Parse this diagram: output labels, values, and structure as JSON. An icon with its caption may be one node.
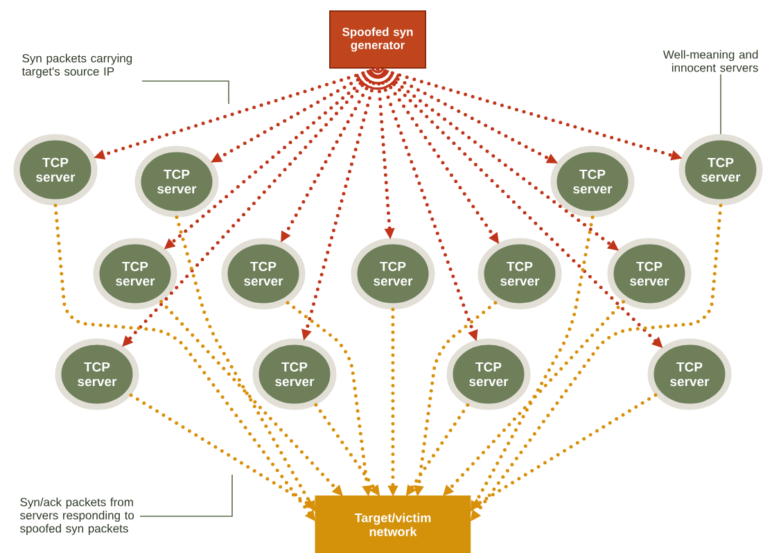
{
  "diagram": {
    "nodes": [
      {
        "text": [
          "Spoofed syn generator"
        ]
      },
      {
        "text": [
          "Target/victim network"
        ]
      },
      {
        "text": [
          "TCP server"
        ]
      },
      {
        "text": [
          "TCP server"
        ]
      },
      {
        "text": [
          "TCP server"
        ]
      },
      {
        "text": [
          "TCP server"
        ]
      },
      {
        "text": [
          "TCP server"
        ]
      },
      {
        "text": [
          "TCP server"
        ]
      },
      {
        "text": [
          "TCP server"
        ]
      },
      {
        "text": [
          "TCP server"
        ]
      },
      {
        "text": [
          "TCP server"
        ]
      },
      {
        "text": [
          "TCP server"
        ]
      },
      {
        "text": [
          "TCP server"
        ]
      },
      {
        "text": [
          "TCP server"
        ]
      },
      {
        "text": [
          "TCP server"
        ]
      },
      {
        "text": [
          "Syn packets carrying target's source IP"
        ]
      },
      {
        "text": [
          "Well-meaning and innocent servers"
        ]
      },
      {
        "text": [
          "Syn/ack packets from servers responding to spoofed syn packets"
        ]
      }
    ],
    "edges": [
      {
        "from": 0,
        "to": 2,
        "arrow": "to",
        "style": "dashed",
        "color": "#c0351a"
      },
      {
        "from": 0,
        "to": 3,
        "arrow": "to",
        "style": "dashed",
        "color": "#c0351a"
      },
      {
        "from": 0,
        "to": 4,
        "arrow": "to",
        "style": "dashed",
        "color": "#c0351a"
      },
      {
        "from": 0,
        "to": 5,
        "arrow": "to",
        "style": "dashed",
        "color": "#c0351a"
      },
      {
        "from": 0,
        "to": 6,
        "arrow": "to",
        "style": "dashed",
        "color": "#c0351a"
      },
      {
        "from": 0,
        "to": 7,
        "arrow": "to",
        "style": "dashed",
        "color": "#c0351a"
      },
      {
        "from": 0,
        "to": 8,
        "arrow": "to",
        "style": "dashed",
        "color": "#c0351a"
      },
      {
        "from": 0,
        "to": 9,
        "arrow": "to",
        "style": "dashed",
        "color": "#c0351a"
      },
      {
        "from": 0,
        "to": 10,
        "arrow": "to",
        "style": "dashed",
        "color": "#c0351a"
      },
      {
        "from": 0,
        "to": 11,
        "arrow": "to",
        "style": "dashed",
        "color": "#c0351a"
      },
      {
        "from": 0,
        "to": 12,
        "arrow": "to",
        "style": "dashed",
        "color": "#c0351a"
      },
      {
        "from": 0,
        "to": 13,
        "arrow": "to",
        "style": "dashed",
        "color": "#c0351a"
      },
      {
        "from": 0,
        "to": 14,
        "arrow": "to",
        "style": "dashed",
        "color": "#c0351a"
      },
      {
        "from": 2,
        "to": 1,
        "arrow": "to",
        "style": "dashed",
        "color": "#d8900a"
      },
      {
        "from": 3,
        "to": 1,
        "arrow": "to",
        "style": "dashed",
        "color": "#d8900a"
      },
      {
        "from": 4,
        "to": 1,
        "arrow": "to",
        "style": "dashed",
        "color": "#d8900a"
      },
      {
        "from": 5,
        "to": 1,
        "arrow": "to",
        "style": "dashed",
        "color": "#d8900a"
      },
      {
        "from": 6,
        "to": 1,
        "arrow": "to",
        "style": "dashed",
        "color": "#d8900a"
      },
      {
        "from": 7,
        "to": 1,
        "arrow": "to",
        "style": "dashed",
        "color": "#d8900a"
      },
      {
        "from": 8,
        "to": 1,
        "arrow": "to",
        "style": "dashed",
        "color": "#d8900a"
      },
      {
        "from": 9,
        "to": 1,
        "arrow": "to",
        "style": "dashed",
        "color": "#d8900a"
      },
      {
        "from": 10,
        "to": 1,
        "arrow": "to",
        "style": "dashed",
        "color": "#d8900a"
      },
      {
        "from": 11,
        "to": 1,
        "arrow": "to",
        "style": "dashed",
        "color": "#d8900a"
      },
      {
        "from": 12,
        "to": 1,
        "arrow": "to",
        "style": "dashed",
        "color": "#d8900a"
      },
      {
        "from": 13,
        "to": 1,
        "arrow": "to",
        "style": "dashed",
        "color": "#d8900a"
      },
      {
        "from": 14,
        "to": 1,
        "arrow": "to",
        "style": "dashed",
        "color": "#d8900a"
      },
      {
        "from": 15,
        "to": null,
        "arrow": "none",
        "color": "#5a6b4a"
      },
      {
        "from": 16,
        "to": 5,
        "arrow": "none",
        "color": "#5a6b4a"
      },
      {
        "from": 17,
        "to": null,
        "arrow": "none",
        "color": "#5a6b4a"
      }
    ]
  }
}
